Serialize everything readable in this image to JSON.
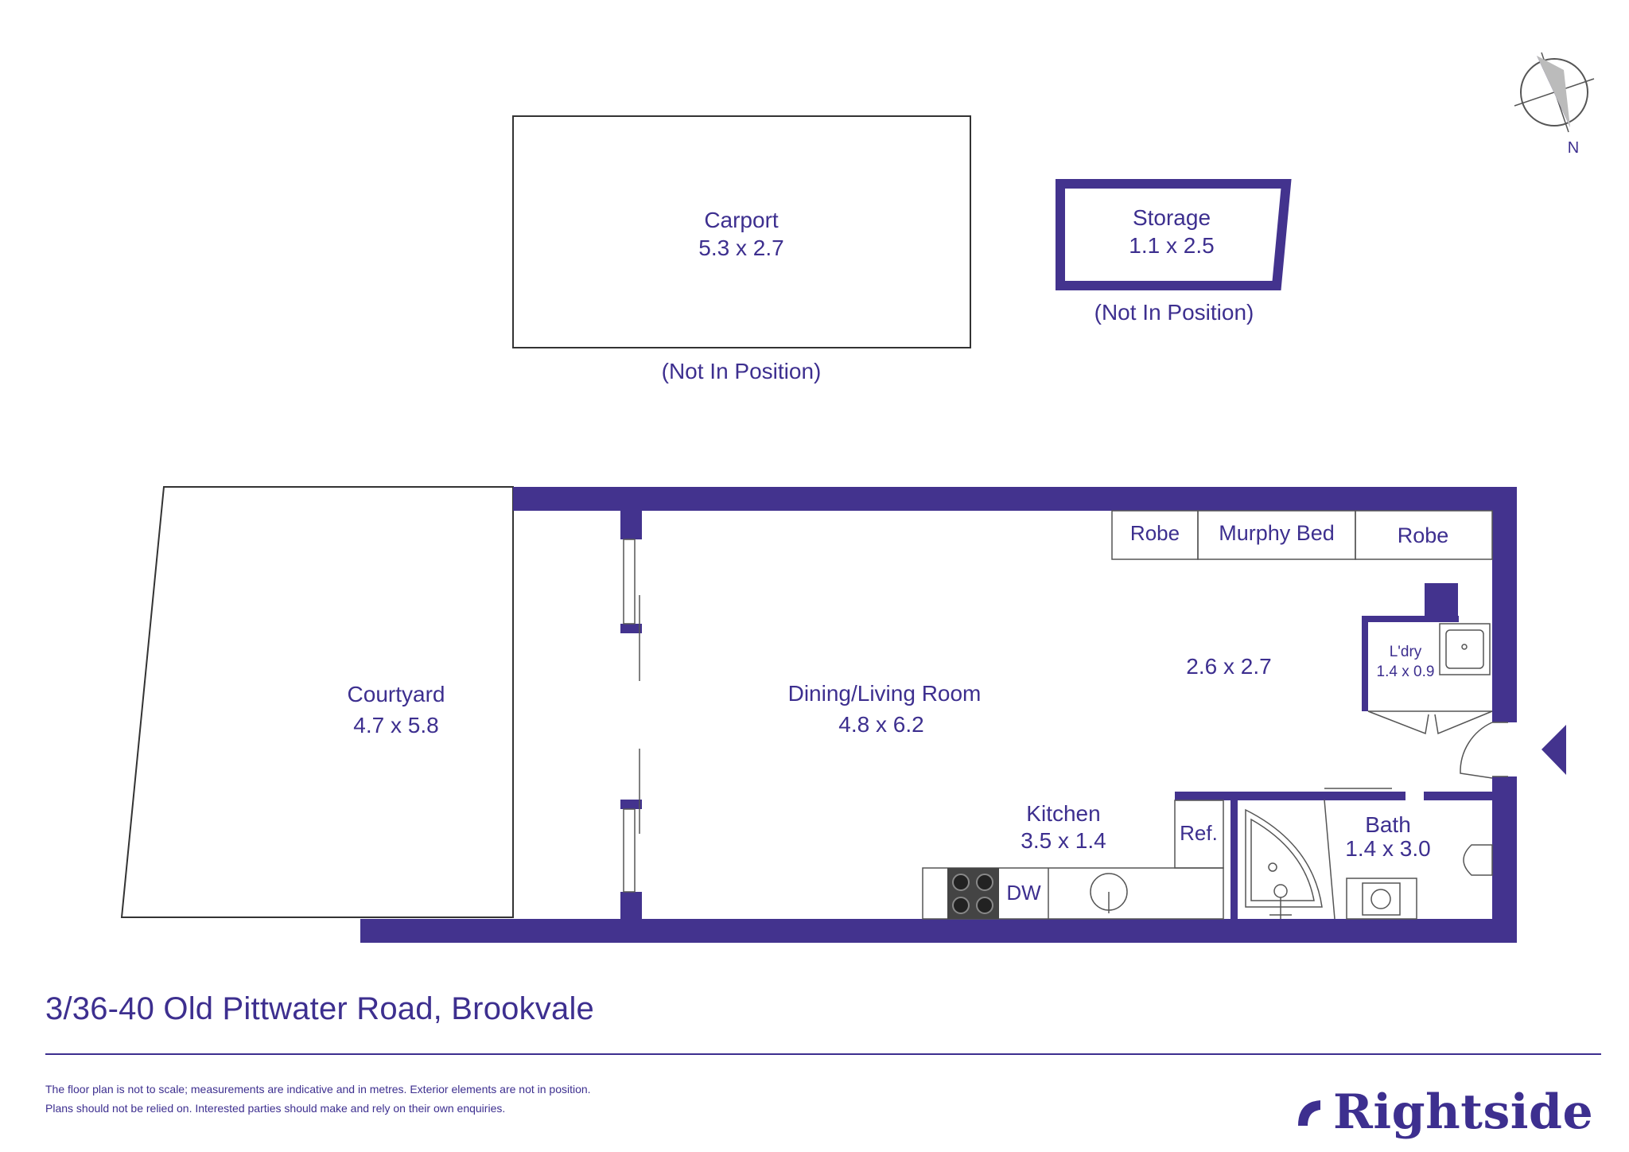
{
  "compass": {
    "north_label": "N"
  },
  "exterior": {
    "carport": {
      "name": "Carport",
      "dims": "5.3 x 2.7",
      "note": "(Not In Position)"
    },
    "storage": {
      "name": "Storage",
      "dims": "1.1 x 2.5",
      "note": "(Not In Position)"
    }
  },
  "rooms": {
    "courtyard": {
      "name": "Courtyard",
      "dims": "4.7 x 5.8"
    },
    "dining_living": {
      "name": "Dining/Living Room",
      "dims": "4.8 x 6.2"
    },
    "bedroom_area": {
      "dims": "2.6 x 2.7"
    },
    "laundry": {
      "name": "L'dry",
      "dims": "1.4 x 0.9"
    },
    "kitchen": {
      "name": "Kitchen",
      "dims": "3.5 x 1.4"
    },
    "bath": {
      "name": "Bath",
      "dims": "1.4 x 3.0"
    }
  },
  "fixtures": {
    "robe_left": "Robe",
    "murphy_bed": "Murphy Bed",
    "robe_right": "Robe",
    "refrigerator": "Ref.",
    "dishwasher": "DW"
  },
  "footer": {
    "address": "3/36-40 Old Pittwater Road, Brookvale",
    "disclaimer_line1": "The floor plan is not to scale; measurements are indicative and in metres. Exterior elements are not in position.",
    "disclaimer_line2": "Plans should not be relied on. Interested parties should make and rely on their own enquiries.",
    "brand": "Rightside"
  },
  "colors": {
    "wall": "#43338e",
    "text": "#3d2f8f",
    "line": "#333333"
  }
}
